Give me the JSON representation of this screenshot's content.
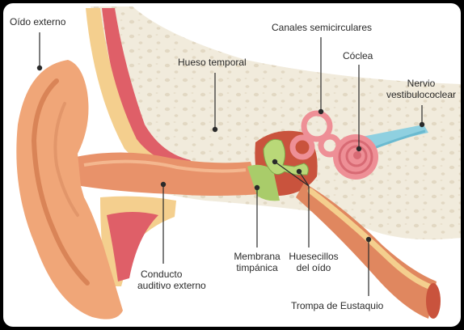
{
  "labels": {
    "outer_ear": "Oído externo",
    "temporal_bone": "Hueso temporal",
    "semicircular_canals": "Canales semicirculares",
    "cochlea": "Cóclea",
    "vestibulocochlear_nerve": [
      "Nervio",
      "vestibulococlear"
    ],
    "ear_canal": [
      "Conducto",
      "auditivo externo"
    ],
    "tympanic_membrane": [
      "Membrana",
      "timpánica"
    ],
    "ossicles": [
      "Huesecillos",
      "del oído"
    ],
    "eustachian_tube": "Trompa de Eustaquio"
  },
  "colors": {
    "background": "#000000",
    "panel": "#ffffff",
    "bone": "#f1ebdc",
    "bone_pores": "#e2d8c3",
    "skin": "#f0a678",
    "skin_dark": "#d98457",
    "canal": "#e8926a",
    "cartilage": "#f4cf8e",
    "muscle": "#df5f68",
    "membrane": "#a9cc6a",
    "ossicles": "#b9d878",
    "cochlea": "#ee8f96",
    "nerve": "#8fd0e0",
    "leader_line": "#2a2a2a"
  }
}
